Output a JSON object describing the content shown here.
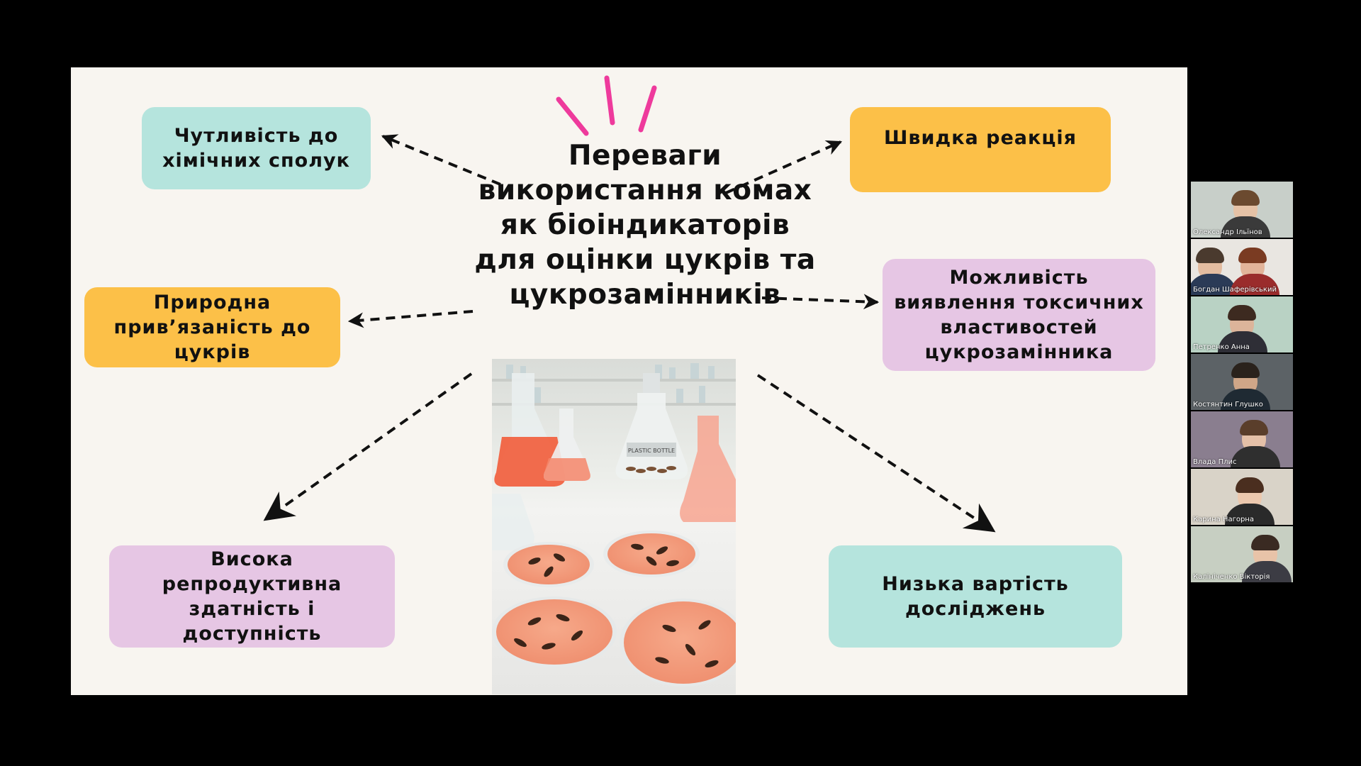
{
  "slide": {
    "title": "Переваги використання комах як біоіндикаторів для оцінки цукрів та цукрозамінників",
    "boxes": {
      "sensitivity": "Чутливість до хімічних сполук",
      "fast_reaction": "Швидка реакція",
      "natural_attachment": "Природна прив’язаність до цукрів",
      "toxic_detection": "Можливість виявлення токсичних властивостей цукрозамінника",
      "reproduction": "Висока репродуктивна здатність і доступність",
      "low_cost": "Низька вартість досліджень"
    },
    "photo_label": "PLASTIC BOTTLE"
  },
  "participants": [
    {
      "name": "Олександр Ільїнов"
    },
    {
      "name": "Богдан Шаферівський"
    },
    {
      "name": "Петренко Анна"
    },
    {
      "name": "Костянтин Глушко"
    },
    {
      "name": "Влада Плис"
    },
    {
      "name": "Карина Нагорна"
    },
    {
      "name": "Калініченко Вікторія"
    }
  ],
  "colors": {
    "teal": "#b5e4dd",
    "orange": "#fcc048",
    "lilac": "#e6c6e4",
    "accent": "#ee3a9c",
    "background": "#f8f5f0"
  }
}
